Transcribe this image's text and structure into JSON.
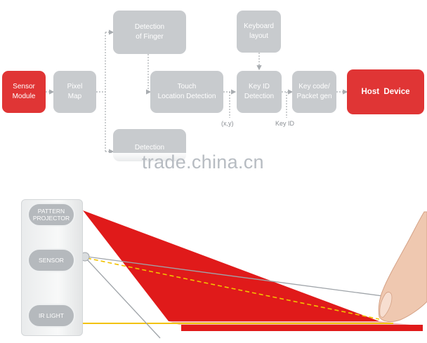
{
  "flow": {
    "sensor_module": [
      "Sensor",
      "Module"
    ],
    "pixel_map": [
      "Pixel",
      "Map"
    ],
    "detection_of_finger": [
      "Detection",
      "of Finger"
    ],
    "detection_partial": [
      "Detection"
    ],
    "touch_location_detection": [
      "Touch",
      "Location Detection"
    ],
    "keyboard_layout": [
      "Keyboard",
      "layout"
    ],
    "key_id_detection": [
      "Key ID",
      "Detection"
    ],
    "key_code_packet_gen": [
      "Key code/",
      "Packet gen"
    ],
    "host_device": [
      "Host  Device"
    ],
    "label_xy": "(x,y)",
    "label_key_id": "Key ID"
  },
  "watermark": "trade.china.cn",
  "device": {
    "pattern_projector": [
      "PATTERN",
      "PROJECTOR"
    ],
    "sensor": [
      "SENSOR"
    ],
    "ir_light": [
      "IR LIGHT"
    ]
  },
  "colors": {
    "accent_red": "#e03535",
    "box_grey": "#c8cbce",
    "arrow_grey": "#a9adb1",
    "beam_yellow": "#f2c200"
  }
}
